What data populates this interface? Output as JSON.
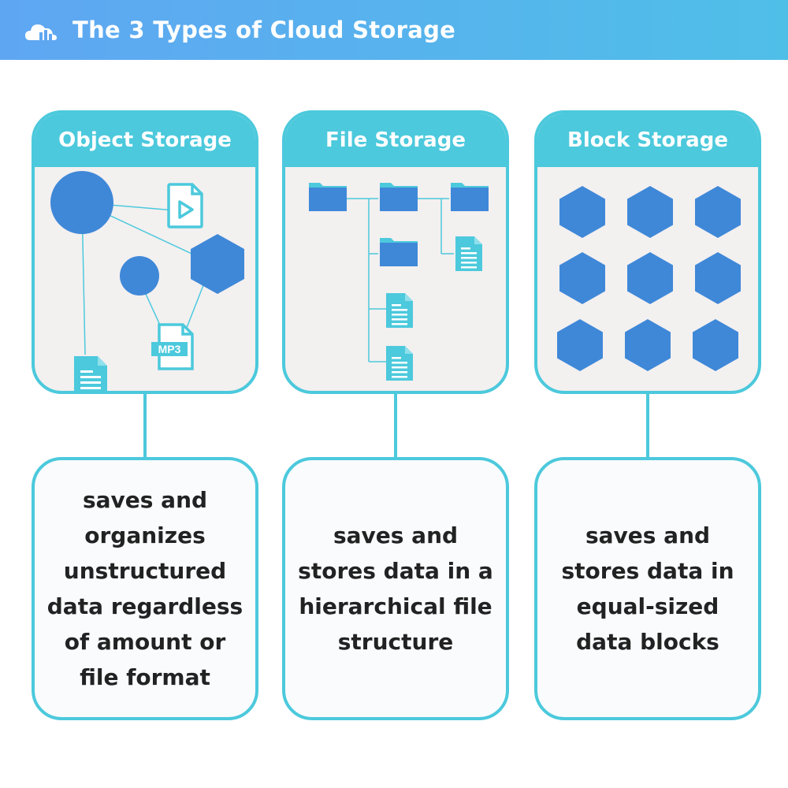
{
  "header": {
    "title": "The 3 Types of Cloud Storage",
    "background_start": "#5fa6f2",
    "background_end": "#4fbfe8"
  },
  "colors": {
    "accent_teal": "#4cc9dc",
    "shape_blue": "#3f88d8",
    "card_background": "#f3f0f0",
    "text": "#222222"
  },
  "columns": [
    {
      "title": "Object Storage",
      "description": "saves and organizes unstructured data regardless of amount or file format",
      "icons": [
        "large-circle",
        "small-circle",
        "hexagon",
        "video-file-icon",
        "document-icon",
        "mp3-file-icon"
      ]
    },
    {
      "title": "File Storage",
      "description": "saves and stores data in a hierarchical file structure",
      "icons": [
        "folder-icon",
        "folder-icon",
        "folder-icon",
        "folder-icon",
        "document-icon",
        "document-icon",
        "document-icon"
      ]
    },
    {
      "title": "Block Storage",
      "description": "saves and stores data in equal-sized data blocks",
      "icons": [
        "hexagon-block"
      ]
    }
  ],
  "object_art": {
    "mp3_label": "MP3"
  }
}
